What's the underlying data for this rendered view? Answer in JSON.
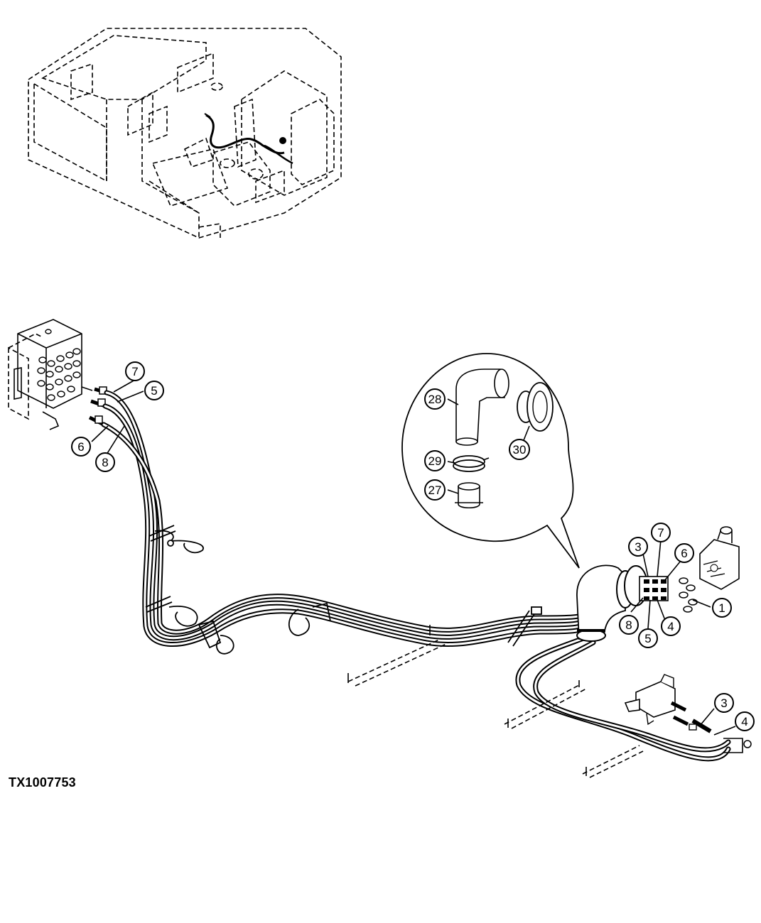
{
  "figure": {
    "id_label": "TX1007753"
  },
  "callouts": {
    "c7a": "7",
    "c5a": "5",
    "c6a": "6",
    "c8a": "8",
    "c28": "28",
    "c29": "29",
    "c27": "27",
    "c30": "30",
    "c3a": "3",
    "c7b": "7",
    "c6b": "6",
    "c1": "1",
    "c8b": "8",
    "c4a": "4",
    "c5b": "5",
    "c3b": "3",
    "c4b": "4"
  }
}
